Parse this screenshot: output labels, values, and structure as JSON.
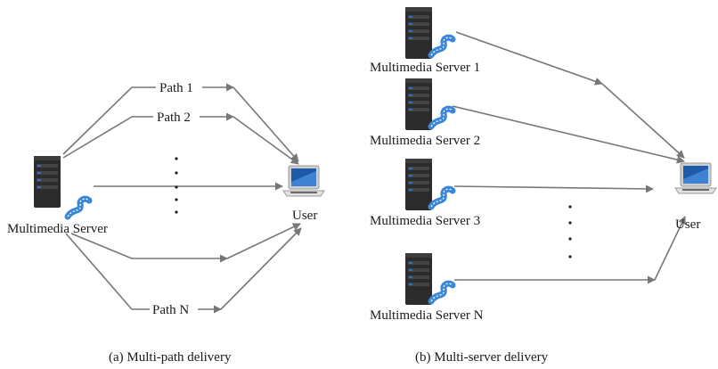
{
  "panel_a": {
    "caption": "(a) Multi-path delivery",
    "server_label": "Multimedia Server",
    "user_label": "User",
    "path_labels": [
      "Path 1",
      "Path 2",
      "Path N"
    ]
  },
  "panel_b": {
    "caption": "(b) Multi-server delivery",
    "server_labels": [
      "Multimedia Server 1",
      "Multimedia Server 2",
      "Multimedia Server 3",
      "Multimedia Server N"
    ],
    "user_label": "User"
  },
  "icons": {
    "server": "server-tower-icon",
    "media": "film-strip-icon",
    "user": "laptop-icon"
  },
  "colors": {
    "server_body": "#2b2b2b",
    "server_led": "#2f6fd0",
    "film": "#3a86d8",
    "laptop_screen": "#1e5aa8",
    "edge": "#777777"
  }
}
